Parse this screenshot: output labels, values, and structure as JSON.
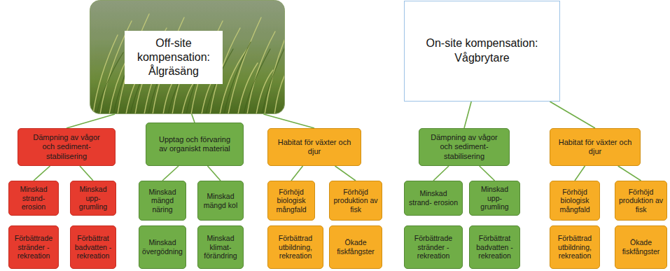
{
  "diagram": {
    "nodes": [
      {
        "text": [
          "Off-site kompensation: Ålgräsäng"
        ]
      },
      {
        "text": [
          "On-site kompensation: Vågbrytare"
        ]
      },
      {
        "text": [
          "Dämpning av vågor och sediment- stabilisering"
        ]
      },
      {
        "text": [
          "Upptag och förvaring av organiskt material"
        ]
      },
      {
        "text": [
          "Habitat för växter och djur"
        ]
      },
      {
        "text": [
          "Dämpning av vågor och sediment- stabilisering"
        ]
      },
      {
        "text": [
          "Habitat för växter och djur"
        ]
      },
      {
        "text": [
          "Minskad strand- erosion"
        ]
      },
      {
        "text": [
          "Minskad upp- grumling"
        ]
      },
      {
        "text": [
          "Minskad mängd näring"
        ]
      },
      {
        "text": [
          "Minskad mängd kol"
        ]
      },
      {
        "text": [
          "Förhöjd biologisk mångfald"
        ]
      },
      {
        "text": [
          "Förhöjd produktion av fisk"
        ]
      },
      {
        "text": [
          "Minskad strand- erosion"
        ]
      },
      {
        "text": [
          "Minskad upp- grumling"
        ]
      },
      {
        "text": [
          "Förhöjd biologisk mångfald"
        ]
      },
      {
        "text": [
          "Förhöjd produktion av fisk"
        ]
      },
      {
        "text": [
          "Förbättrade stränder - rekreation"
        ]
      },
      {
        "text": [
          "Förbättrat badvatten - rekreation"
        ]
      },
      {
        "text": [
          "Minskad övergödning"
        ]
      },
      {
        "text": [
          "Minskad klimat- förändring"
        ]
      },
      {
        "text": [
          "Förbättrad utbildning, rekreation"
        ]
      },
      {
        "text": [
          "Ökade fiskfångster"
        ]
      },
      {
        "text": [
          "Förbättrade stränder - rekreation"
        ]
      },
      {
        "text": [
          "Förbättrat badvatten - rekreation"
        ]
      },
      {
        "text": [
          "Förbättrad utbildning, rekreation"
        ]
      },
      {
        "text": [
          "Ökade fiskfångster"
        ]
      }
    ],
    "edges": [
      {
        "from": 0,
        "to": 2,
        "arrow": "none"
      },
      {
        "from": 0,
        "to": 3,
        "arrow": "none"
      },
      {
        "from": 0,
        "to": 4,
        "arrow": "none"
      },
      {
        "from": 1,
        "to": 5,
        "arrow": "none"
      },
      {
        "from": 1,
        "to": 6,
        "arrow": "none"
      },
      {
        "from": 2,
        "to": 7,
        "arrow": "none"
      },
      {
        "from": 2,
        "to": 8,
        "arrow": "none"
      },
      {
        "from": 3,
        "to": 9,
        "arrow": "none"
      },
      {
        "from": 3,
        "to": 10,
        "arrow": "none"
      },
      {
        "from": 4,
        "to": 11,
        "arrow": "none"
      },
      {
        "from": 4,
        "to": 12,
        "arrow": "none"
      },
      {
        "from": 5,
        "to": 13,
        "arrow": "none"
      },
      {
        "from": 5,
        "to": 14,
        "arrow": "none"
      },
      {
        "from": 6,
        "to": 15,
        "arrow": "none"
      },
      {
        "from": 6,
        "to": 16,
        "arrow": "none"
      }
    ]
  }
}
